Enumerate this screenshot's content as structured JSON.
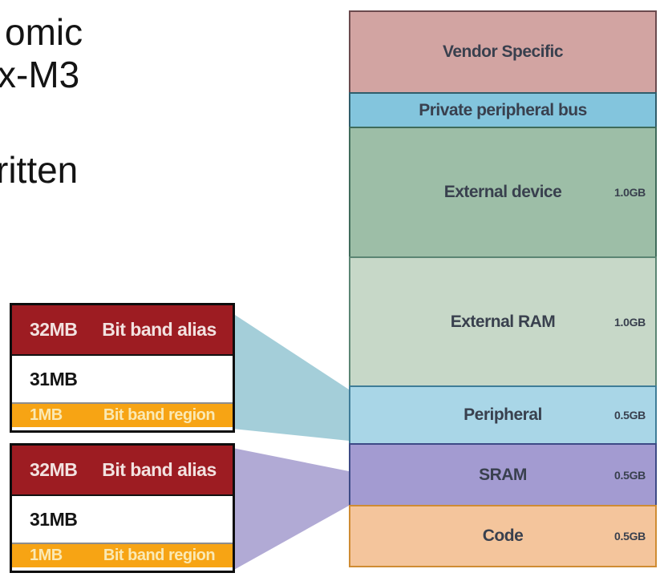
{
  "side_text": {
    "fragments": [
      {
        "text": "omic"
      },
      {
        "text": "x-M3"
      },
      {
        "text": "ritten"
      }
    ]
  },
  "bit_band_boxes": [
    {
      "alias_size": "32MB",
      "alias_label": "Bit band alias",
      "free_size": "31MB",
      "region_size": "1MB",
      "region_label": "Bit band region",
      "alias_fill": "#9d1c22",
      "free_fill": "#ffffff",
      "region_fill": "#f7a414"
    },
    {
      "alias_size": "32MB",
      "alias_label": "Bit band alias",
      "free_size": "31MB",
      "region_size": "1MB",
      "region_label": "Bit band region",
      "alias_fill": "#9d1c22",
      "free_fill": "#ffffff",
      "region_fill": "#f7a414"
    }
  ],
  "connectors": [
    {
      "to": "Peripheral",
      "color": "#a4ced9"
    },
    {
      "to": "SRAM",
      "color": "#b1aad5"
    }
  ],
  "memory_map": {
    "regions": [
      {
        "name": "Vendor Specific",
        "size": "",
        "fill": "#d2a4a2",
        "border": "#6b4a4e"
      },
      {
        "name": "Private peripheral bus",
        "size": "",
        "fill": "#83c5dd",
        "border": "#2f5d6b"
      },
      {
        "name": "External device",
        "size": "1.0GB",
        "fill": "#9dbea7",
        "border": "#3f6b5a"
      },
      {
        "name": "External RAM",
        "size": "1.0GB",
        "fill": "#c7d8c8",
        "border": "#5b8573"
      },
      {
        "name": "Peripheral",
        "size": "0.5GB",
        "fill": "#a9d6e7",
        "border": "#3f7d98"
      },
      {
        "name": "SRAM",
        "size": "0.5GB",
        "fill": "#a39bd1",
        "border": "#3d4a86"
      },
      {
        "name": "Code",
        "size": "0.5GB",
        "fill": "#f4c59c",
        "border": "#cf8c33"
      }
    ]
  }
}
